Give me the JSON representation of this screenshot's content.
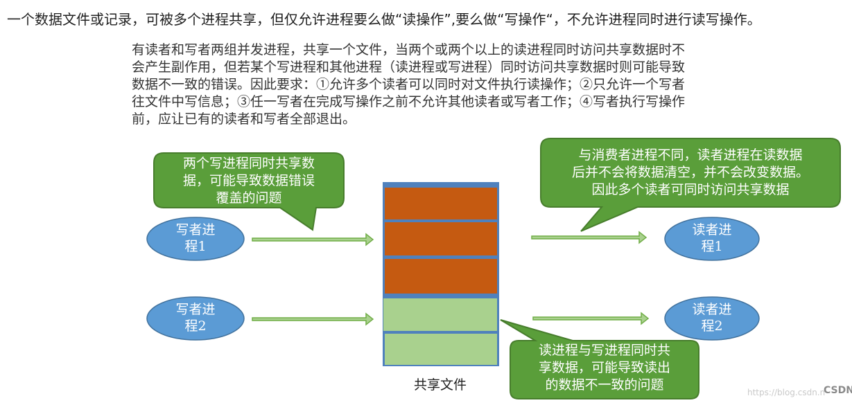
{
  "headline": "一个数据文件或记录，可被多个进程共享，但仅允许进程要么做“读操作”,要么做“写操作“，不允许进程同时进行读写操作。",
  "intro_lines": [
    "有读者和写者两组并发进程，共享一个文件，当两个或两个以上的读进程同时访问共享数据时不",
    "会产生副作用，但若某个写进程和其他进程（读进程或写进程）同时访问共享数据时则可能导致",
    "数据不一致的错误。因此要求：①允许多个读者可以同时对文件执行读操作；②只允许一个写者",
    "往文件中写信息；③任一写者在完成写操作之前不允许其他读者或写者工作；④写者执行写操作",
    "前，应让已有的读者和写者全部退出。"
  ],
  "callouts": {
    "writers": [
      "两个写进程同时共享数",
      "据，可能导致数据错误",
      "覆盖的问题"
    ],
    "readers": [
      "与消费者进程不同，读者进程在读数据",
      "后并不会将数据清空，并不会改变数据。",
      "因此多个读者可同时访问共享数据"
    ],
    "read_write": [
      "读进程与写进程同时共",
      "享数据，可能导致读出",
      "的数据不一致的问题"
    ]
  },
  "processes": {
    "writer1": [
      "写者进",
      "程1"
    ],
    "writer2": [
      "写者进",
      "程2"
    ],
    "reader1": [
      "读者进",
      "程1"
    ],
    "reader2": [
      "读者进",
      "程2"
    ]
  },
  "shared_file_label": "共享文件",
  "watermark": "https://blog.csdn.n",
  "csdn_logo": "CSDN",
  "colors": {
    "bubble_green": "#5a9e3a",
    "bubble_border": "#477d2c",
    "process_blue": "#5b9bd5",
    "file_frame": "#4f81bd",
    "written_block": "#c55a11",
    "empty_block": "#a9d18e",
    "arrow_fill": "#a9d18e",
    "arrow_border": "#70ad47"
  }
}
